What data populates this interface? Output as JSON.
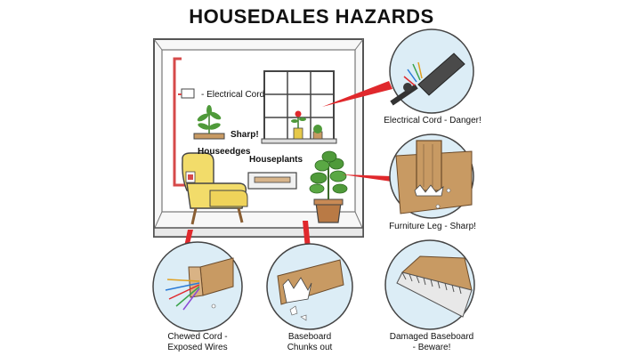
{
  "title": "HOUSEDALES HAZARDS",
  "room_labels": {
    "electrical_cord": "- Electrical Cord",
    "sharp": "Sharp!",
    "houseedges": "Houseedges",
    "houseplants": "Houseplants"
  },
  "callouts": {
    "electrical_cord_danger": "Electrical Cord - Danger!",
    "furniture_leg": "Furniture Leg - Sharp!",
    "chewed_cord_line1": "Chewed Cord -",
    "chewed_cord_line2": "Exposed Wires",
    "baseboard_line1": "Baseboard",
    "baseboard_line2": "Chunks out",
    "damaged_line1": "Damaged Baseboard",
    "damaged_line2": "- Beware!"
  },
  "colors": {
    "pointer_red": "#e0282c",
    "chair_yellow": "#f2dc6a",
    "wood": "#c89a63",
    "plant_green": "#4f9a3a",
    "circle_bg": "#dcedf6"
  }
}
